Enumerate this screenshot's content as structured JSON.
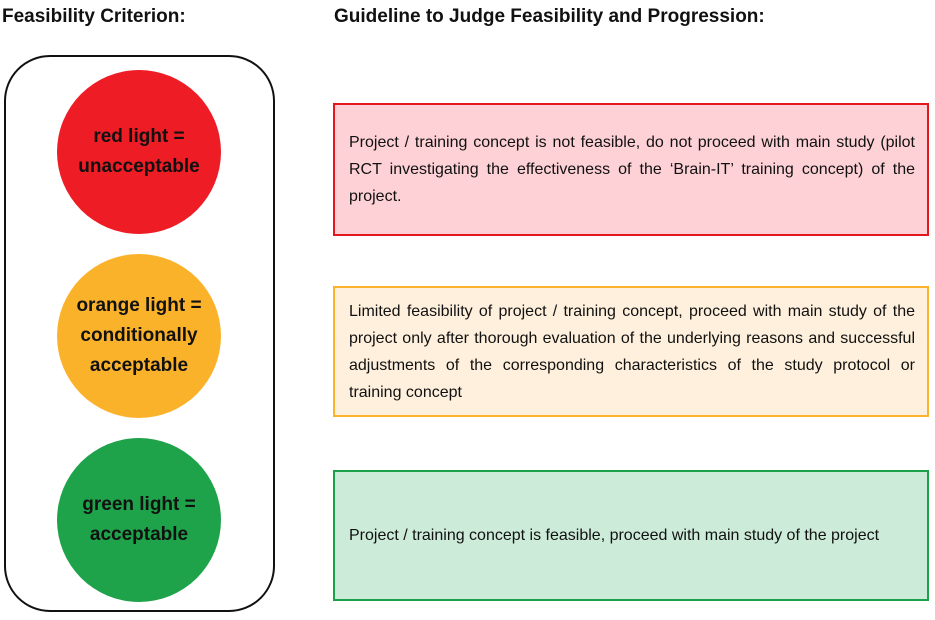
{
  "headings": {
    "criterion": "Feasibility Criterion:",
    "guideline": "Guideline to Judge Feasibility and Progression:"
  },
  "lights": [
    {
      "line1": "red light =",
      "line2": "unacceptable",
      "fill": "#ee1c25"
    },
    {
      "line1": "orange light =",
      "line2": "conditionally",
      "line3": "acceptable",
      "fill": "#fbb22b"
    },
    {
      "line1": "green light =",
      "line2": "acceptable",
      "fill": "#1ea34a"
    }
  ],
  "guidelines": [
    {
      "text": "Project / training concept is not feasible, do not proceed with main study (pilot RCT investigating the effectiveness of the ‘Brain-IT’ training concept) of the project.",
      "background": "#fdd1d6",
      "border": "#e4161e"
    },
    {
      "text": "Limited feasibility of project / training concept, proceed with main study of the project only after thorough evaluation of the underlying reasons and successful adjustments of the corresponding characteristics of the study protocol or training concept",
      "background": "#fef0dc",
      "border": "#fbb32c"
    },
    {
      "text": "Project / training concept is feasible, proceed with main study of the project",
      "background": "#cdebd9",
      "border": "#1da04a"
    }
  ]
}
